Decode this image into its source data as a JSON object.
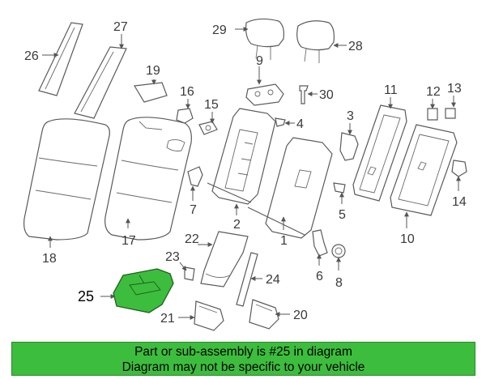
{
  "diagram": {
    "highlighted_part": "25",
    "highlight_color": "#3dbd3d",
    "part_labels": [
      "1",
      "2",
      "3",
      "4",
      "5",
      "6",
      "7",
      "8",
      "9",
      "10",
      "11",
      "12",
      "13",
      "14",
      "15",
      "16",
      "17",
      "18",
      "19",
      "20",
      "21",
      "22",
      "23",
      "24",
      "25",
      "26",
      "27",
      "28",
      "29",
      "30"
    ]
  },
  "banner": {
    "line1": "Part or sub-assembly is #25 in diagram",
    "line2": "Diagram may not be specific to your vehicle",
    "background": "#3dbd3d"
  }
}
